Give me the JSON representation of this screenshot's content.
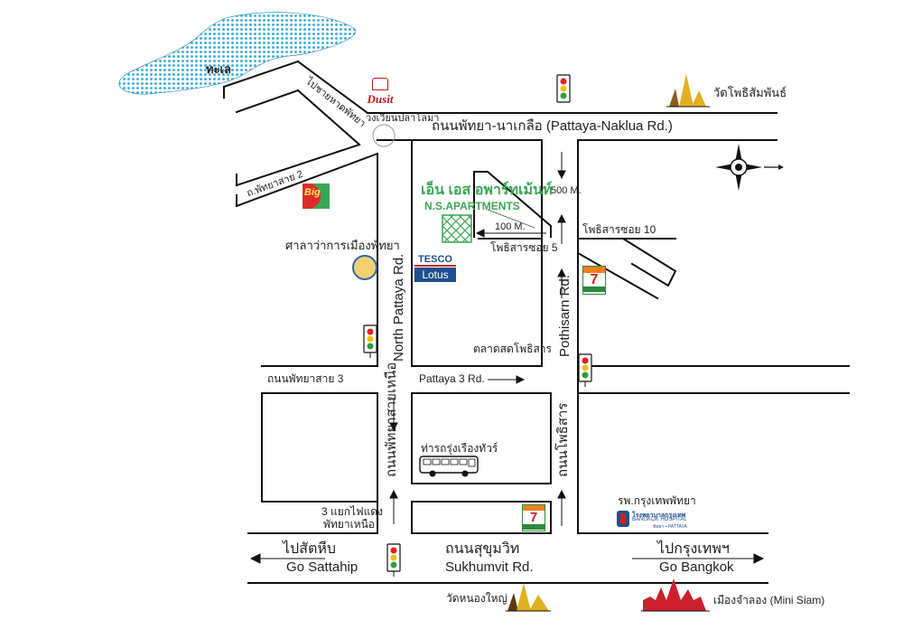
{
  "colors": {
    "road": "#111111",
    "sea_dots": "#2ea8d8",
    "apartment_green": "#3aa655",
    "seven_green": "#2d8a3c",
    "seven_orange": "#f08020",
    "seven_red": "#d22020",
    "tesco_blue": "#1f4f8f",
    "temple_gold": "#e0b020",
    "temple_red": "#cc2030",
    "signal_red": "#e02020",
    "signal_yellow": "#f0c020",
    "signal_green": "#2aa040"
  },
  "labels": {
    "sea": "ทะเล",
    "to_beach": "ไปชายหาดพัทยา",
    "dolphin_circle": "วงเวียนปลาโลมา",
    "dusit_logo": "Dusit",
    "naklua_road": "ถนนพัทยา-นาเกลือ (Pattaya-Naklua Rd.)",
    "temple_potisampan": "วัดโพธิสัมพันธ์",
    "pattaya_2": "ถ.พัทยาสาย 2",
    "big_c": "Big",
    "city_hall": "ศาลาว่าการเมืองพัทยา",
    "apartment_th": "เอ็น เอส อพาร์ทเม้นท์",
    "apartment_en": "N.S.APARTMENTS",
    "dist_500": "500 M.",
    "dist_100": "100 M.",
    "potisarn_soi10": "โพธิสารซอย 10",
    "potisarn_soi5": "โพธิสารซอย 5",
    "tesco": "TESCO",
    "lotus": "Lotus",
    "seven_eleven": "7",
    "north_pattaya_en": "North Pattaya Rd.",
    "north_pattaya_th": "ถนนพัทยาสายเหนือ",
    "pothisarn_en": "Pothisarn Rd.",
    "pothisarn_th": "ถนนโพธิสาร",
    "fresh_market": "ตลาดสดโพธิสาร",
    "pattaya_3_th": "ถนนพัทยาสาย 3",
    "pattaya_3_en": "Pattaya 3 Rd.",
    "bus_terminal": "ท่ารถรุ่งเรืองทัวร์",
    "north_pattaya_junction_1": "3 แยกไฟแดง",
    "north_pattaya_junction_2": "พัทยาเหนือ",
    "bangkok_hospital_th": "รพ.กรุงเทพพัทยา",
    "bangkok_hospital_logo_th": "โรงพยาบาลกรุงเทพ",
    "bangkok_hospital_logo_en": "BANGKOK HOSPITAL",
    "bangkok_hospital_logo_sub": "พัทยา • PATTAYA",
    "go_sattahip_th": "ไปสัตหีบ",
    "go_sattahip_en": "Go Sattahip",
    "sukhumvit_th": "ถนนสุขุมวิท",
    "sukhumvit_en": "Sukhumvit Rd.",
    "go_bangkok_th": "ไปกรุงเทพฯ",
    "go_bangkok_en": "Go Bangkok",
    "temple_nongyai": "วัดหนองใหญ่",
    "mini_siam": "เมืองจำลอง (Mini Siam)"
  },
  "icons": [
    "traffic-light-icon",
    "compass-rose-icon",
    "bus-icon",
    "temple-icon",
    "arrow-icon"
  ]
}
